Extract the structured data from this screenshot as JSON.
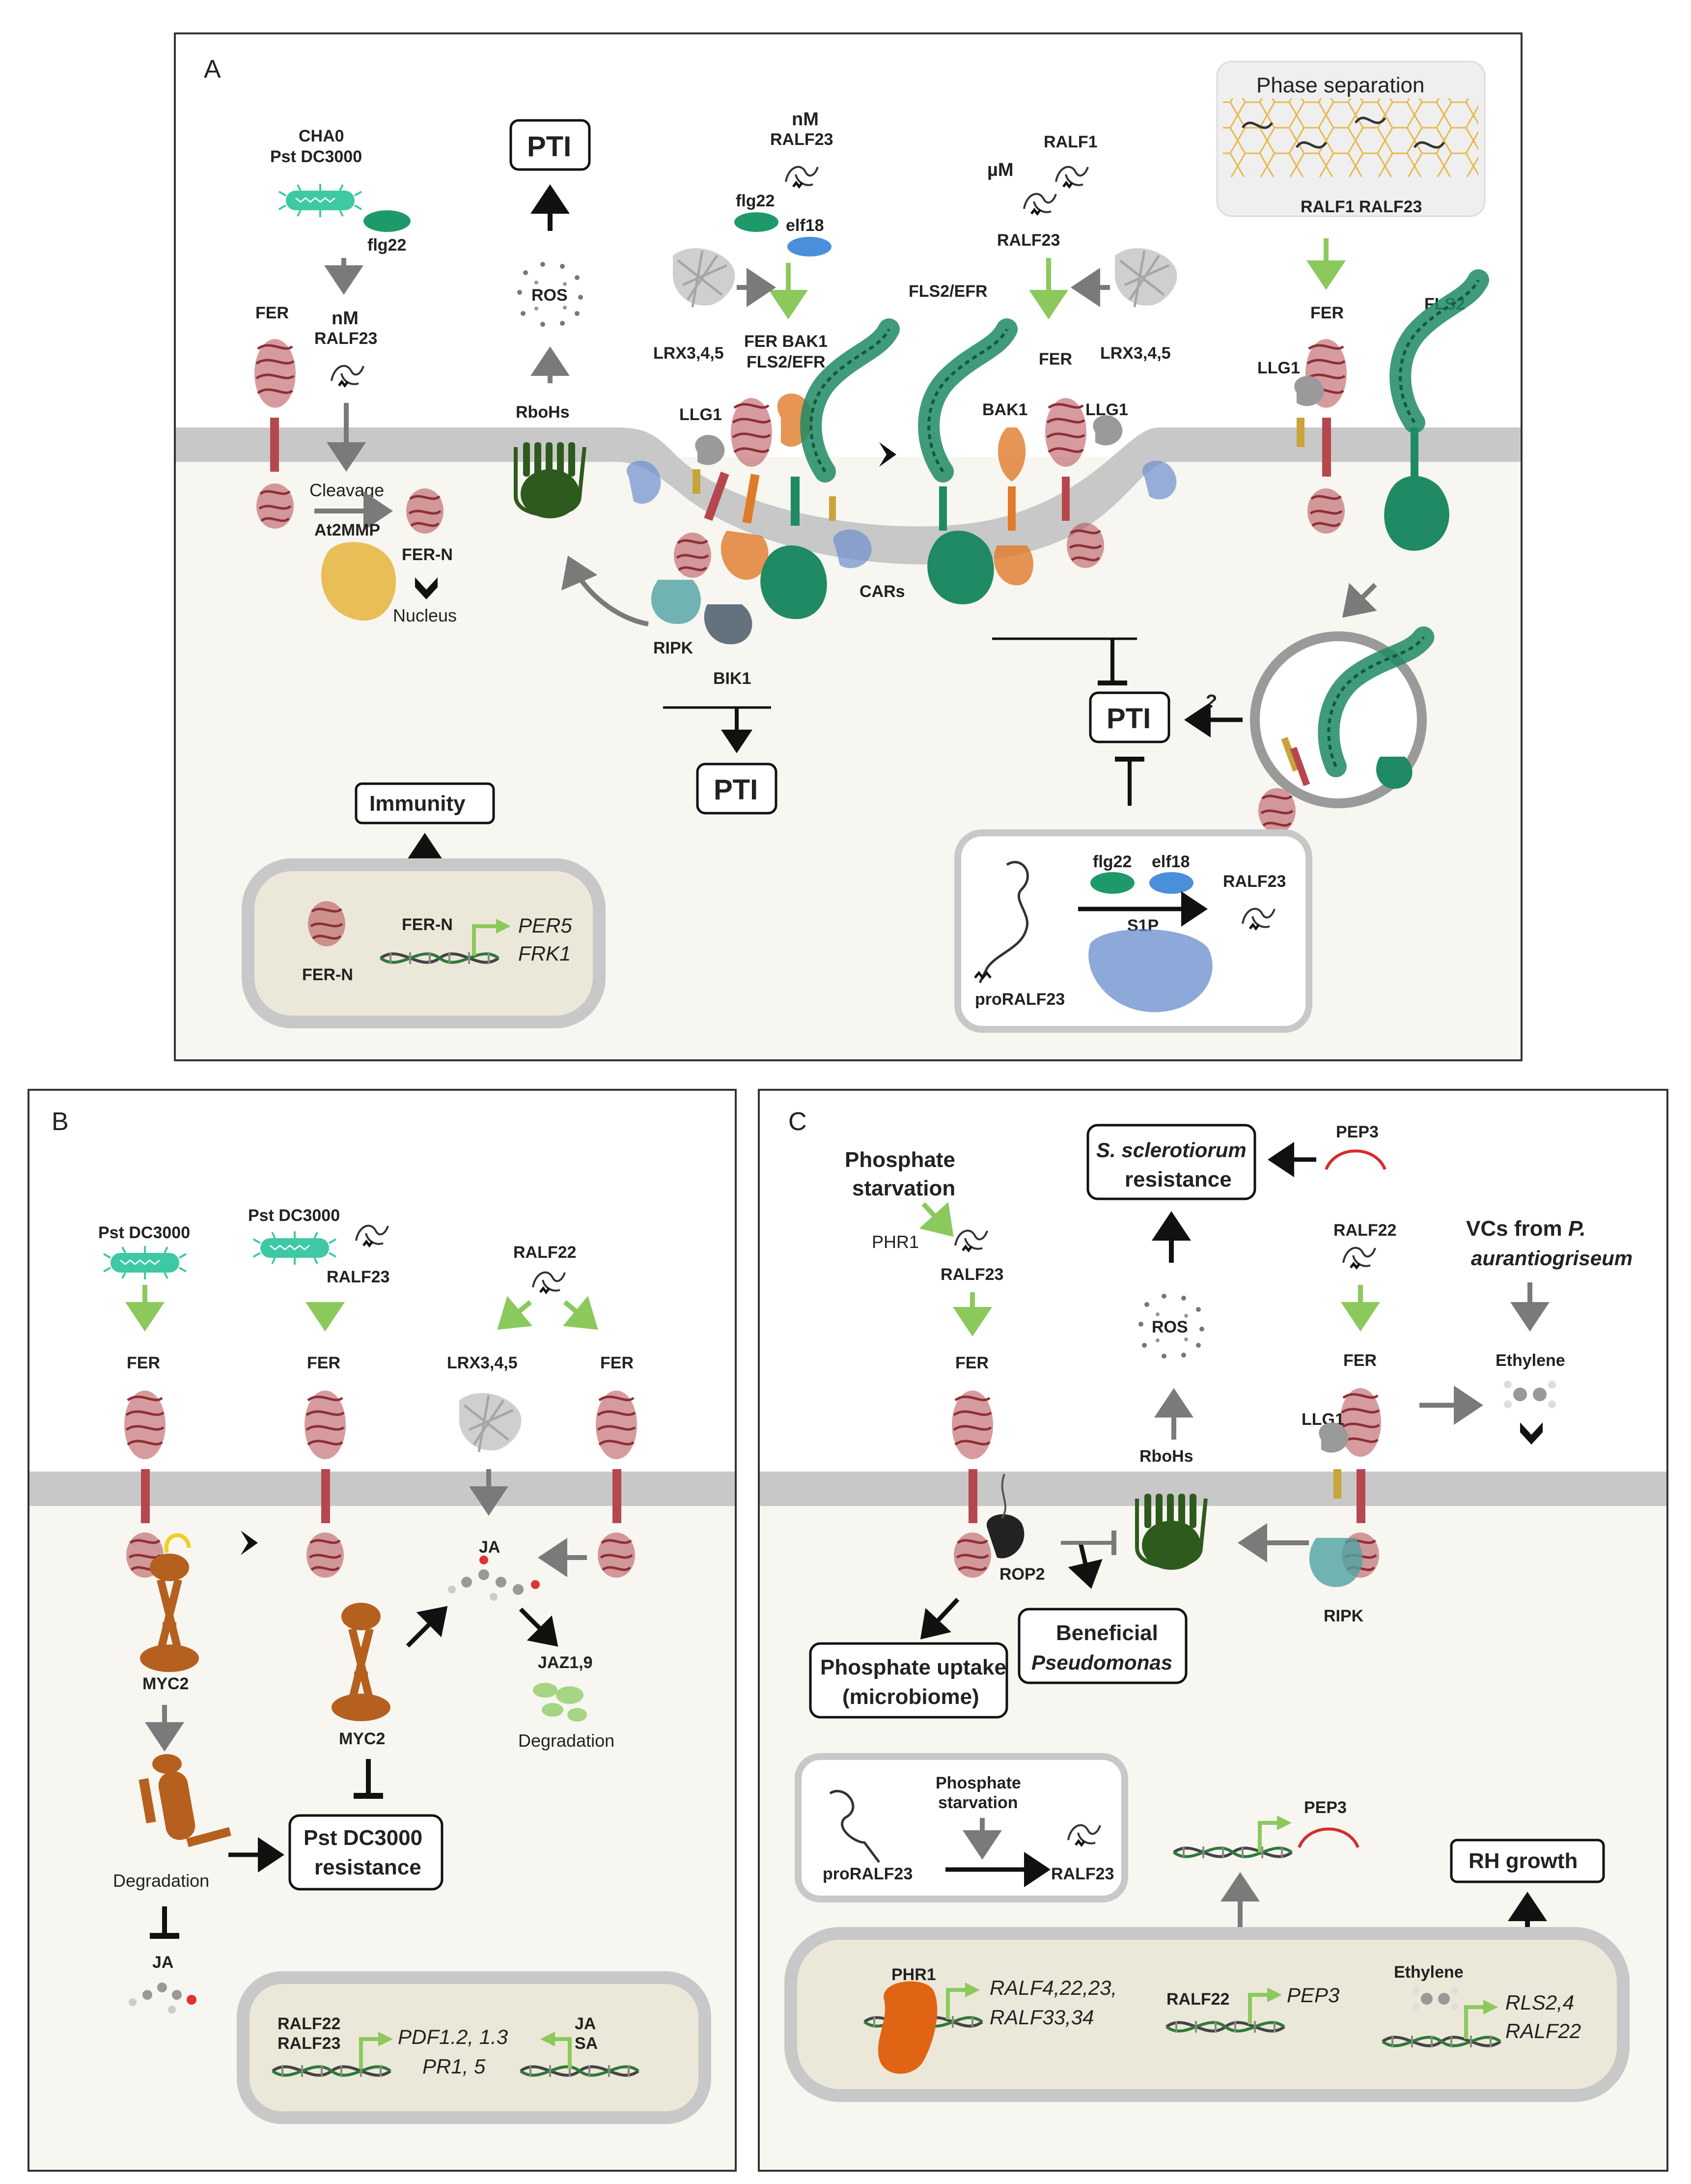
{
  "panelA": {
    "letter": "A",
    "phase_separation": "Phase separation",
    "ralf1_ralf23": "RALF1 RALF23",
    "cha0": "CHA0",
    "pst_dc3000": "Pst DC3000",
    "flg22": "flg22",
    "elf18": "elf18",
    "nM": "nM",
    "uM": "µM",
    "ralf1": "RALF1",
    "ralf23": "RALF23",
    "fer": "FER",
    "fer_n": "FER-N",
    "llg1": "LLG1",
    "bak1": "BAK1",
    "fls2": "FLS2",
    "fls2_efr": "FLS2/EFR",
    "fer_bak1": "FER BAK1",
    "lrx": "LRX3,4,5",
    "rbohs": "RboHs",
    "ros": "ROS",
    "pti": "PTI",
    "cleavage": "Cleavage",
    "at2mmp": "At2MMP",
    "nucleus": "Nucleus",
    "cars": "CARs",
    "ripk": "RIPK",
    "bik1": "BIK1",
    "immunity": "Immunity",
    "per5": "PER5",
    "frk1": "FRK1",
    "question": "?",
    "s1p": "S1P",
    "pro_ralf23": "proRALF23"
  },
  "panelB": {
    "letter": "B",
    "pst_dc3000": "Pst DC3000",
    "ralf23": "RALF23",
    "ralf22": "RALF22",
    "fer": "FER",
    "lrx": "LRX3,4,5",
    "ja": "JA",
    "sa": "SA",
    "myc2": "MYC2",
    "jaz": "JAZ1,9",
    "degradation": "Degradation",
    "resistance_l1": "Pst DC3000",
    "resistance_l2": "resistance",
    "genes_l1": "PDF1.2, 1.3",
    "genes_l2": "PR1, 5"
  },
  "panelC": {
    "letter": "C",
    "phosphate_l1": "Phosphate",
    "phosphate_l2": "starvation",
    "phr1": "PHR1",
    "ralf23": "RALF23",
    "ralf22": "RALF22",
    "pep3": "PEP3",
    "fer": "FER",
    "llg1": "LLG1",
    "rbohs": "RboHs",
    "ros": "ROS",
    "rop2": "ROP2",
    "ripk": "RIPK",
    "ethylene": "Ethylene",
    "vcs_l1": "VCs from ",
    "vcs_l1_italic": "P.",
    "vcs_l2": "aurantiogriseum",
    "sclero_italic": "S. sclerotiorum",
    "sclero_l2": "resistance",
    "uptake_l1": "Phosphate uptake",
    "uptake_l2": "(microbiome)",
    "beneficial_l1": "Beneficial",
    "beneficial_l2": "Pseudomonas",
    "pro_ralf23": "proRALF23",
    "rh_growth": "RH growth",
    "ralf_genes_l1": "RALF4,22,23,",
    "ralf_genes_l2": "RALF33,34",
    "rls_l1": "RLS2,4",
    "rls_l2": "RALF22"
  },
  "colors": {
    "fer": "#b5484e",
    "fls2": "#1f8a63",
    "bak1": "#e07b2a",
    "rboh": "#2f5a1e",
    "myc2": "#b5601f",
    "phr1": "#e06414",
    "cars": "#6e8fcf",
    "s1p": "#5b84c9",
    "at2mmp": "#e5b030",
    "lrx": "#bdbdbd",
    "light_green_arrow": "#8bc95d",
    "membrane": "#c8c8c8",
    "cell_bg": "#f7f6f1",
    "nucleus_bg": "#ece8d9",
    "elf18": "#4a8fd9",
    "flg22": "#1e9a6a",
    "pep3": "#d62b2b",
    "bacterium": "#3ec9a4"
  }
}
